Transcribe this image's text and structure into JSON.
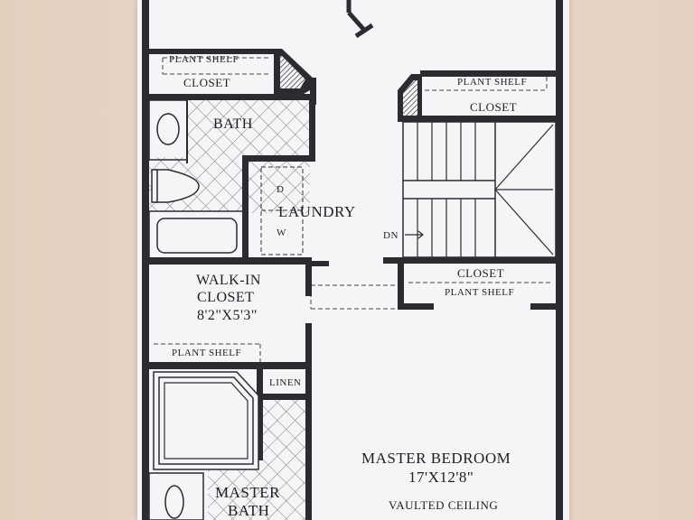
{
  "plan": {
    "plant_shelf_top_left": "PLANT SHELF",
    "closet_top_left": "CLOSET",
    "bath": "BATH",
    "laundry": "LAUNDRY",
    "dryer": "D",
    "washer": "W",
    "plant_shelf_top_right": "PLANT SHELF",
    "closet_top_right": "CLOSET",
    "stair_down": "DN",
    "walk_in_closet": "WALK-IN",
    "walk_in_closet_2": "CLOSET",
    "walk_in_closet_size": "8'2\"X5'3\"",
    "closet_mid_right": "CLOSET",
    "plant_shelf_mid_right": "PLANT SHELF",
    "plant_shelf_lower_left": "PLANT SHELF",
    "linen": "LINEN",
    "master_bedroom": "MASTER BEDROOM",
    "master_bedroom_size": "17'X12'8\"",
    "vaulted_ceiling": "VAULTED CEILING",
    "master_bath": "MASTER",
    "master_bath_2": "BATH"
  }
}
